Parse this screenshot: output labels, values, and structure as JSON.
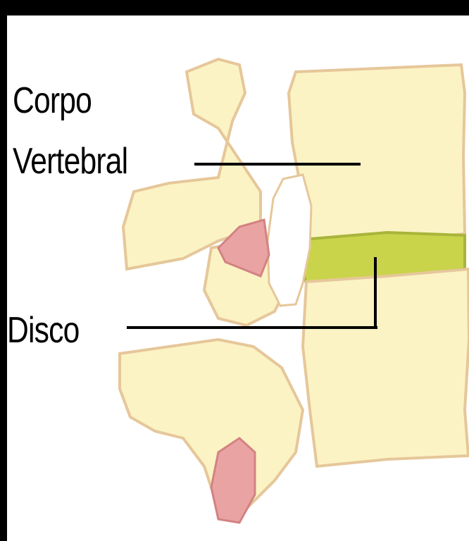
{
  "labels": {
    "corpo_line1": "Corpo",
    "corpo_line2": "Vertebral",
    "disco": "Disco"
  },
  "colors": {
    "background_frame": "#000000",
    "canvas": "#ffffff",
    "bone": "#fbf3c4",
    "bone_outline": "#e6c79a",
    "disc": "#c9d44a",
    "nerve": "#e9a3a3",
    "leader_line": "#000000",
    "text": "#000000"
  }
}
